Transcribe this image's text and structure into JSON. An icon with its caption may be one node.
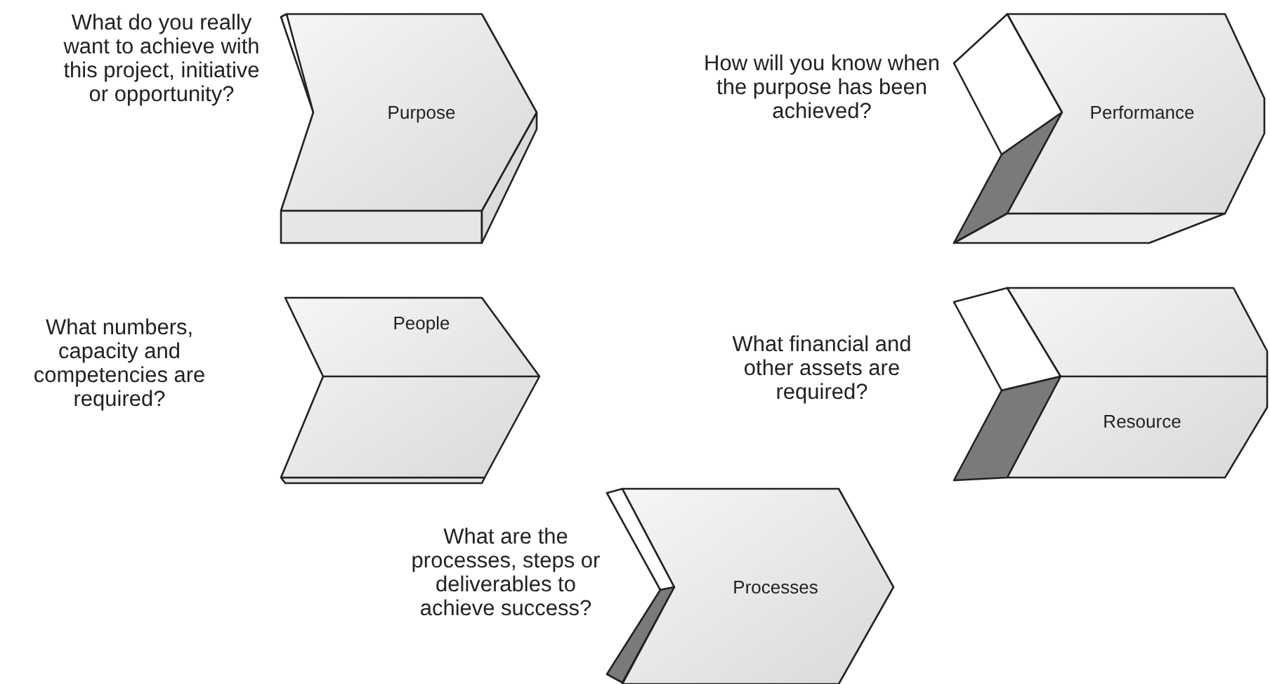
{
  "diagram": {
    "nodes": [
      {
        "text": [
          "Purpose"
        ],
        "beside": [
          "What do you really want to achieve with this project, initiative or opportunity?"
        ]
      },
      {
        "text": [
          "Performance"
        ],
        "beside": [
          "How will you know when the purpose has been achieved?"
        ]
      },
      {
        "text": [
          "People"
        ],
        "beside": [
          "What numbers, capacity and competencies are required?"
        ]
      },
      {
        "text": [
          "Resource"
        ],
        "beside": [
          "What financial and other assets are required?"
        ]
      },
      {
        "text": [
          "Processes"
        ],
        "beside": [
          "What are the processes, steps or deliverables to achieve success?"
        ]
      }
    ]
  }
}
